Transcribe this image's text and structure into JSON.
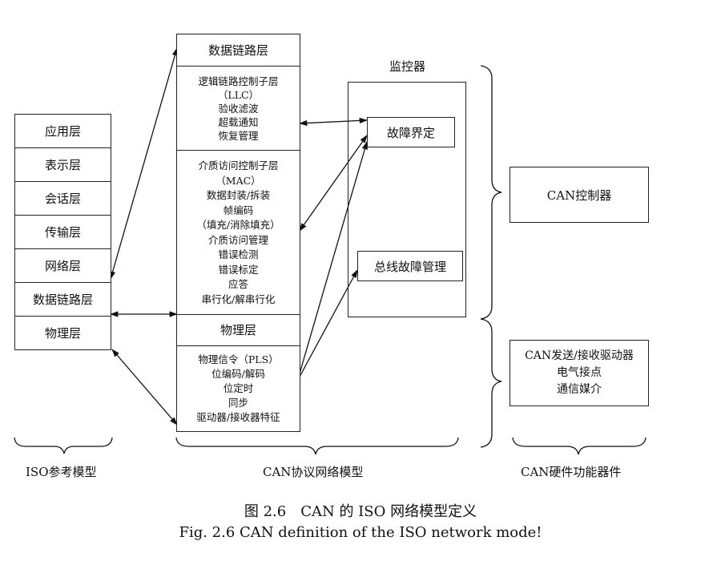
{
  "iso_model": {
    "layers": [
      "应用层",
      "表示层",
      "会话层",
      "传输层",
      "网络层",
      "数据链路层",
      "物理层"
    ],
    "label": "ISO参考模型"
  },
  "can_model": {
    "datalink_title": "数据链路层",
    "llc_items": [
      "逻辑链路控制子层",
      "（LLC）",
      "验收滤波",
      "超载通知",
      "恢复管理"
    ],
    "mac_items": [
      "介质访问控制子层",
      "（MAC）",
      "数据封装/拆装",
      "帧编码",
      "（填充/消除填充）",
      "介质访问管理",
      "错误检测",
      "错误标定",
      "应答",
      "串行化/解串行化"
    ],
    "physical_title": "物理层",
    "pls_items": [
      "物理信令（PLS）",
      "位编码/解码",
      "位定时",
      "同步",
      "驱动器/接收器特征"
    ],
    "label": "CAN协议网络模型"
  },
  "monitor": {
    "title": "监控器",
    "fault_confinement": "故障界定",
    "bus_fault_management": "总线故障管理"
  },
  "hardware": {
    "controller": "CAN控制器",
    "transceiver_items": [
      "CAN发送/接收驱动器",
      "电气接点",
      "通信媒介"
    ],
    "label": "CAN硬件功能器件"
  },
  "caption": {
    "zh": "图 2.6　CAN 的 ISO 网络模型定义",
    "en": "Fig. 2.6 CAN definition of the ISO network mode!"
  }
}
